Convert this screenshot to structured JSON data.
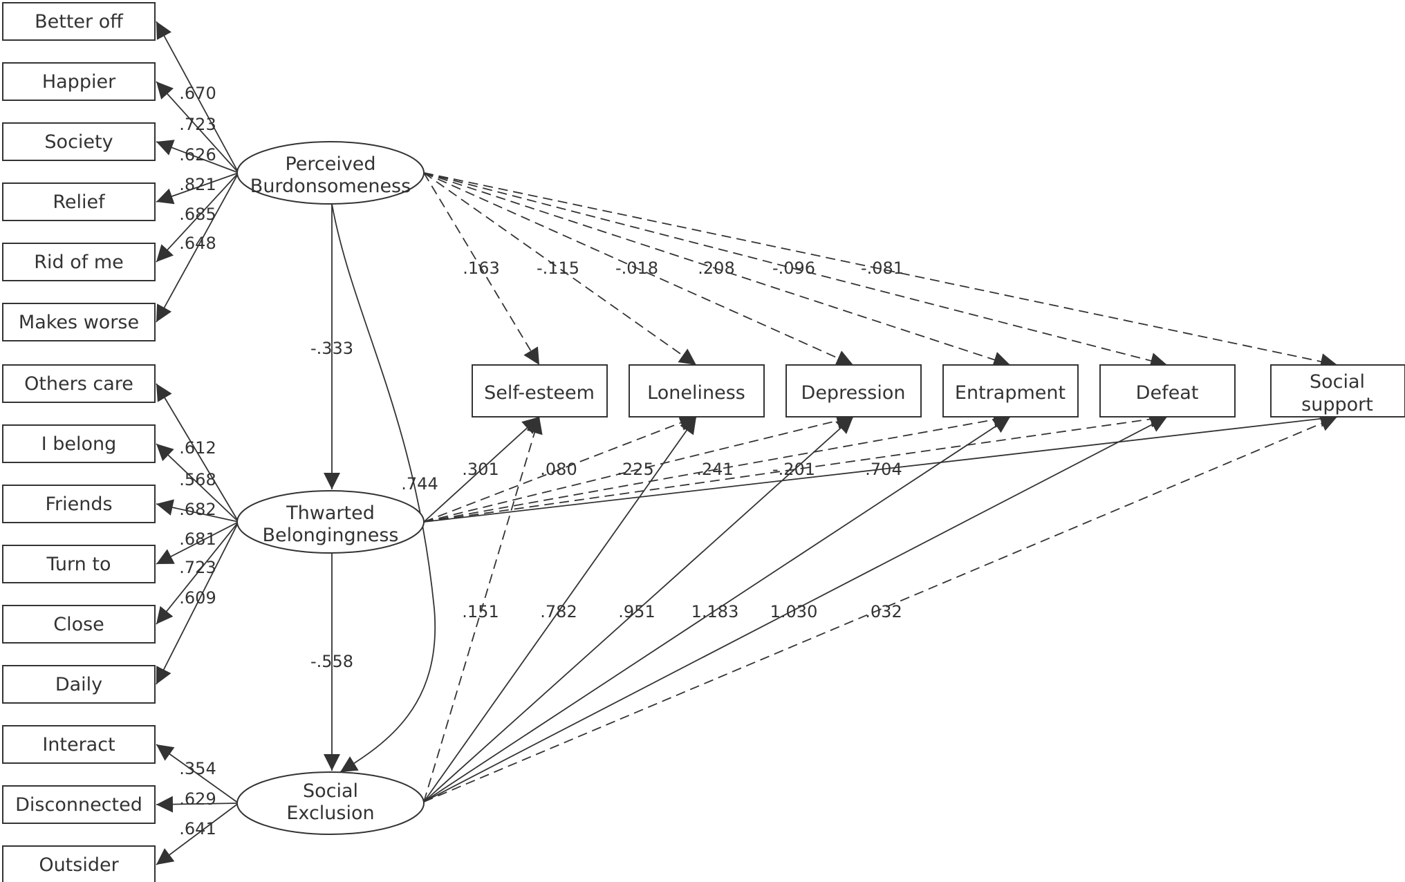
{
  "latents": {
    "pb": {
      "line1": "Perceived",
      "line2": "Burdonsomeness"
    },
    "tb": {
      "line1": "Thwarted",
      "line2": "Belongingness"
    },
    "se": {
      "line1": "Social",
      "line2": "Exclusion"
    }
  },
  "indicators": {
    "pb": [
      "Better off",
      "Happier",
      "Society",
      "Relief",
      "Rid of me",
      "Makes worse"
    ],
    "tb": [
      "Others care",
      "I belong",
      "Friends",
      "Turn to",
      "Close",
      "Daily"
    ],
    "se": [
      "Interact",
      "Disconnected",
      "Outsider"
    ]
  },
  "loadings": {
    "pb": [
      ".670",
      ".723",
      ".626",
      ".821",
      ".685",
      ".648"
    ],
    "tb": [
      ".612",
      ".568",
      ".682",
      ".681",
      ".723",
      ".609"
    ],
    "se": [
      ".354",
      ".629",
      ".641"
    ]
  },
  "outcomes": [
    {
      "label": "Self-esteem"
    },
    {
      "label": "Loneliness"
    },
    {
      "label": "Depression"
    },
    {
      "label": "Entrapment"
    },
    {
      "label": "Defeat"
    },
    {
      "label_line1": "Social",
      "label_line2": "support"
    }
  ],
  "structural": {
    "pb_to_tb": "-.333",
    "tb_to_se": "-.558",
    "pb_to_se": ".744"
  },
  "paths": {
    "pb": [
      ".163",
      "-.115",
      "-.018",
      ".208",
      "-.096",
      "-.081"
    ],
    "tb": [
      ".301",
      ".080",
      ".225",
      ".241",
      "-.201",
      ".704"
    ],
    "se": [
      ".151",
      ".782",
      ".951",
      "1.183",
      "1.030",
      ".032"
    ]
  },
  "line_styles": {
    "pb": [
      "dashed",
      "dashed",
      "dashed",
      "dashed",
      "dashed",
      "dashed"
    ],
    "tb": [
      "solid",
      "dashed",
      "dashed",
      "dashed",
      "dashed",
      "solid"
    ],
    "se": [
      "dashed",
      "solid",
      "solid",
      "solid",
      "solid",
      "dashed"
    ]
  }
}
